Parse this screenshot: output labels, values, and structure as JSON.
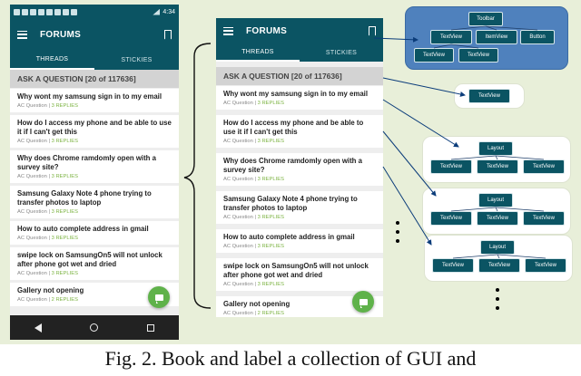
{
  "status_bar": {
    "time": "4:34"
  },
  "app": {
    "title": "FORUMS",
    "tabs": [
      {
        "label": "THREADS",
        "active": true
      },
      {
        "label": "STICKIES",
        "active": false
      }
    ],
    "ask_header": "ASK A QUESTION [20 of 117636]",
    "threads": [
      {
        "title": "Why wont my samsung sign in to my email",
        "type": "AC Question",
        "replies": "3 REPLIES"
      },
      {
        "title": "How do I access my phone and be able to use it if I can't get this",
        "type": "AC Question",
        "replies": "3 REPLIES"
      },
      {
        "title": "Why does Chrome ramdomly open with a survey site?",
        "type": "AC Question",
        "replies": "3 REPLIES"
      },
      {
        "title": "Samsung Galaxy Note 4 phone trying to transfer photos to laptop",
        "type": "AC Question",
        "replies": "3 REPLIES"
      },
      {
        "title": "How to auto complete address in gmail",
        "type": "AC Question",
        "replies": "3 REPLIES"
      },
      {
        "title": "swipe lock on SamsungOn5 will not unlock after phone got wet and dried",
        "type": "AC Question",
        "replies": "3 REPLIES"
      },
      {
        "title": "Gallery not opening",
        "type": "AC Question",
        "replies": "2 REPLIES"
      }
    ]
  },
  "diagram": {
    "top_group": {
      "root": "Toolbar",
      "row1": [
        "TextView",
        "ItemView",
        "Button"
      ],
      "row2": [
        "TextView",
        "TextView"
      ]
    },
    "single_node": "TextView",
    "layout_groups": [
      {
        "root": "Layout",
        "children": [
          "TextView",
          "TextView",
          "TextView"
        ]
      },
      {
        "root": "Layout",
        "children": [
          "TextView",
          "TextView",
          "TextView"
        ]
      },
      {
        "root": "Layout",
        "children": [
          "TextView",
          "TextView",
          "TextView"
        ]
      }
    ]
  },
  "caption": "Fig. 2. Book and label a collection of GUI and"
}
